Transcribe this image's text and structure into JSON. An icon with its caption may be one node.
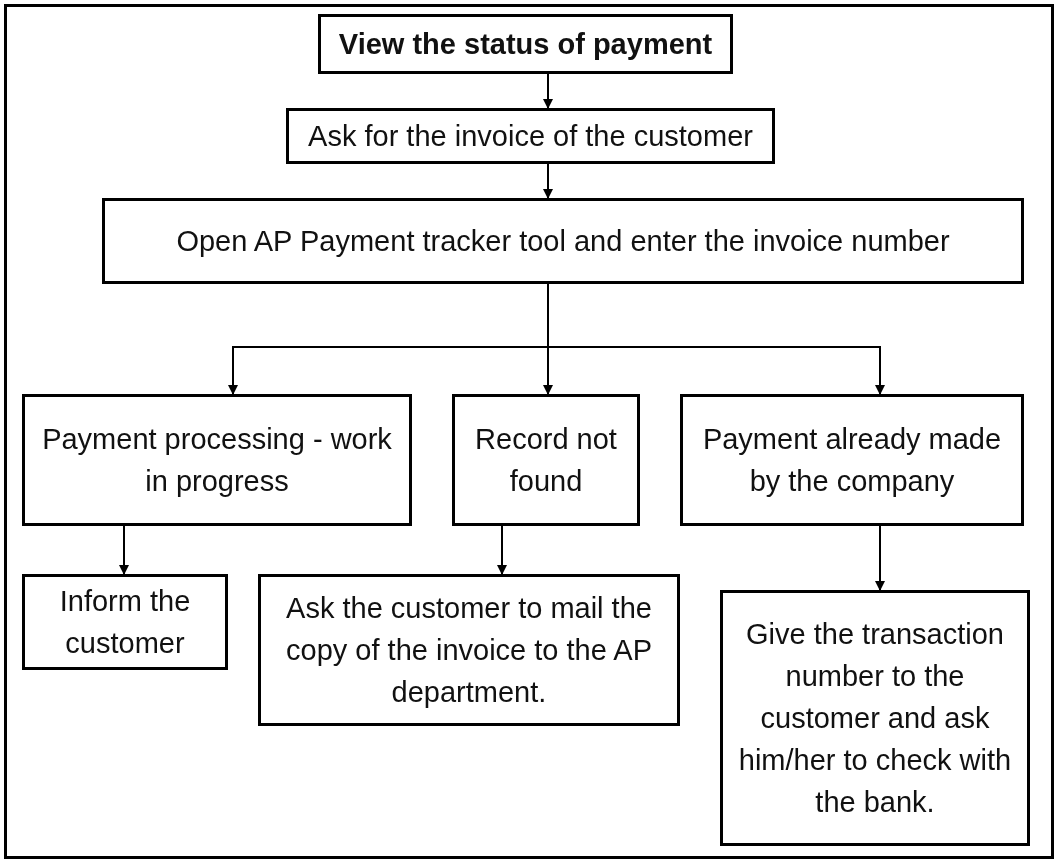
{
  "diagram": {
    "nodes": [
      {
        "text": [
          "View the status of payment"
        ]
      },
      {
        "text": [
          "Ask for the invoice of the customer"
        ]
      },
      {
        "text": [
          "Open AP Payment tracker tool and enter the invoice number"
        ]
      },
      {
        "text": [
          "Payment processing - work in progress"
        ]
      },
      {
        "text": [
          "Record not found"
        ]
      },
      {
        "text": [
          "Payment already made by the company"
        ]
      },
      {
        "text": [
          "Inform the customer"
        ]
      },
      {
        "text": [
          "Ask the customer to mail the copy of the invoice to the AP department."
        ]
      },
      {
        "text": [
          "Give the transaction number to the customer and ask him/her to check with the bank."
        ]
      }
    ],
    "edges": [
      {
        "from": 0,
        "to": 1,
        "arrow": "to"
      },
      {
        "from": 1,
        "to": 2,
        "arrow": "to"
      },
      {
        "from": 2,
        "to": 3,
        "arrow": "to"
      },
      {
        "from": 2,
        "to": 4,
        "arrow": "to"
      },
      {
        "from": 2,
        "to": 5,
        "arrow": "to"
      },
      {
        "from": 3,
        "to": 6,
        "arrow": "to"
      },
      {
        "from": 4,
        "to": 7,
        "arrow": "to"
      },
      {
        "from": 5,
        "to": 8,
        "arrow": "to"
      }
    ]
  }
}
